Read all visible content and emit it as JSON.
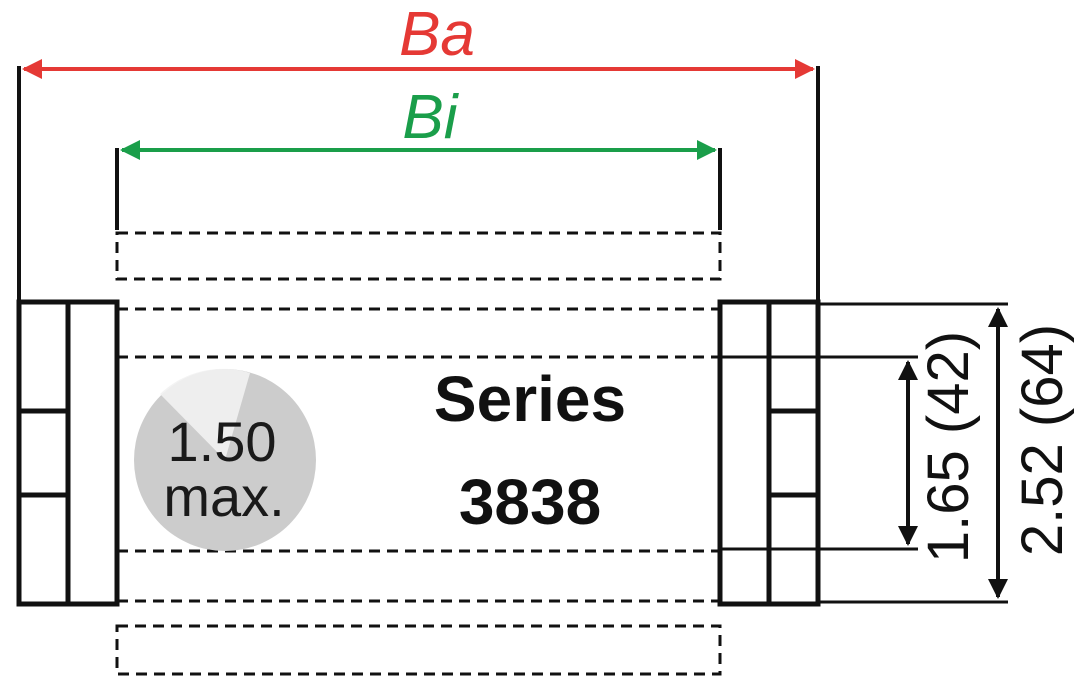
{
  "dimensions": {
    "outer_width_label": "Ba",
    "inner_width_label": "Bi",
    "outer_color": "#e53935",
    "inner_color": "#1a9e4a",
    "inner_height_label": "1.65 (42)",
    "outer_height_label": "2.52 (64)"
  },
  "badge": {
    "line1": "1.50",
    "line2": "max.",
    "color": "#cccccc"
  },
  "series": {
    "line1": "Series",
    "line2": "3838"
  }
}
